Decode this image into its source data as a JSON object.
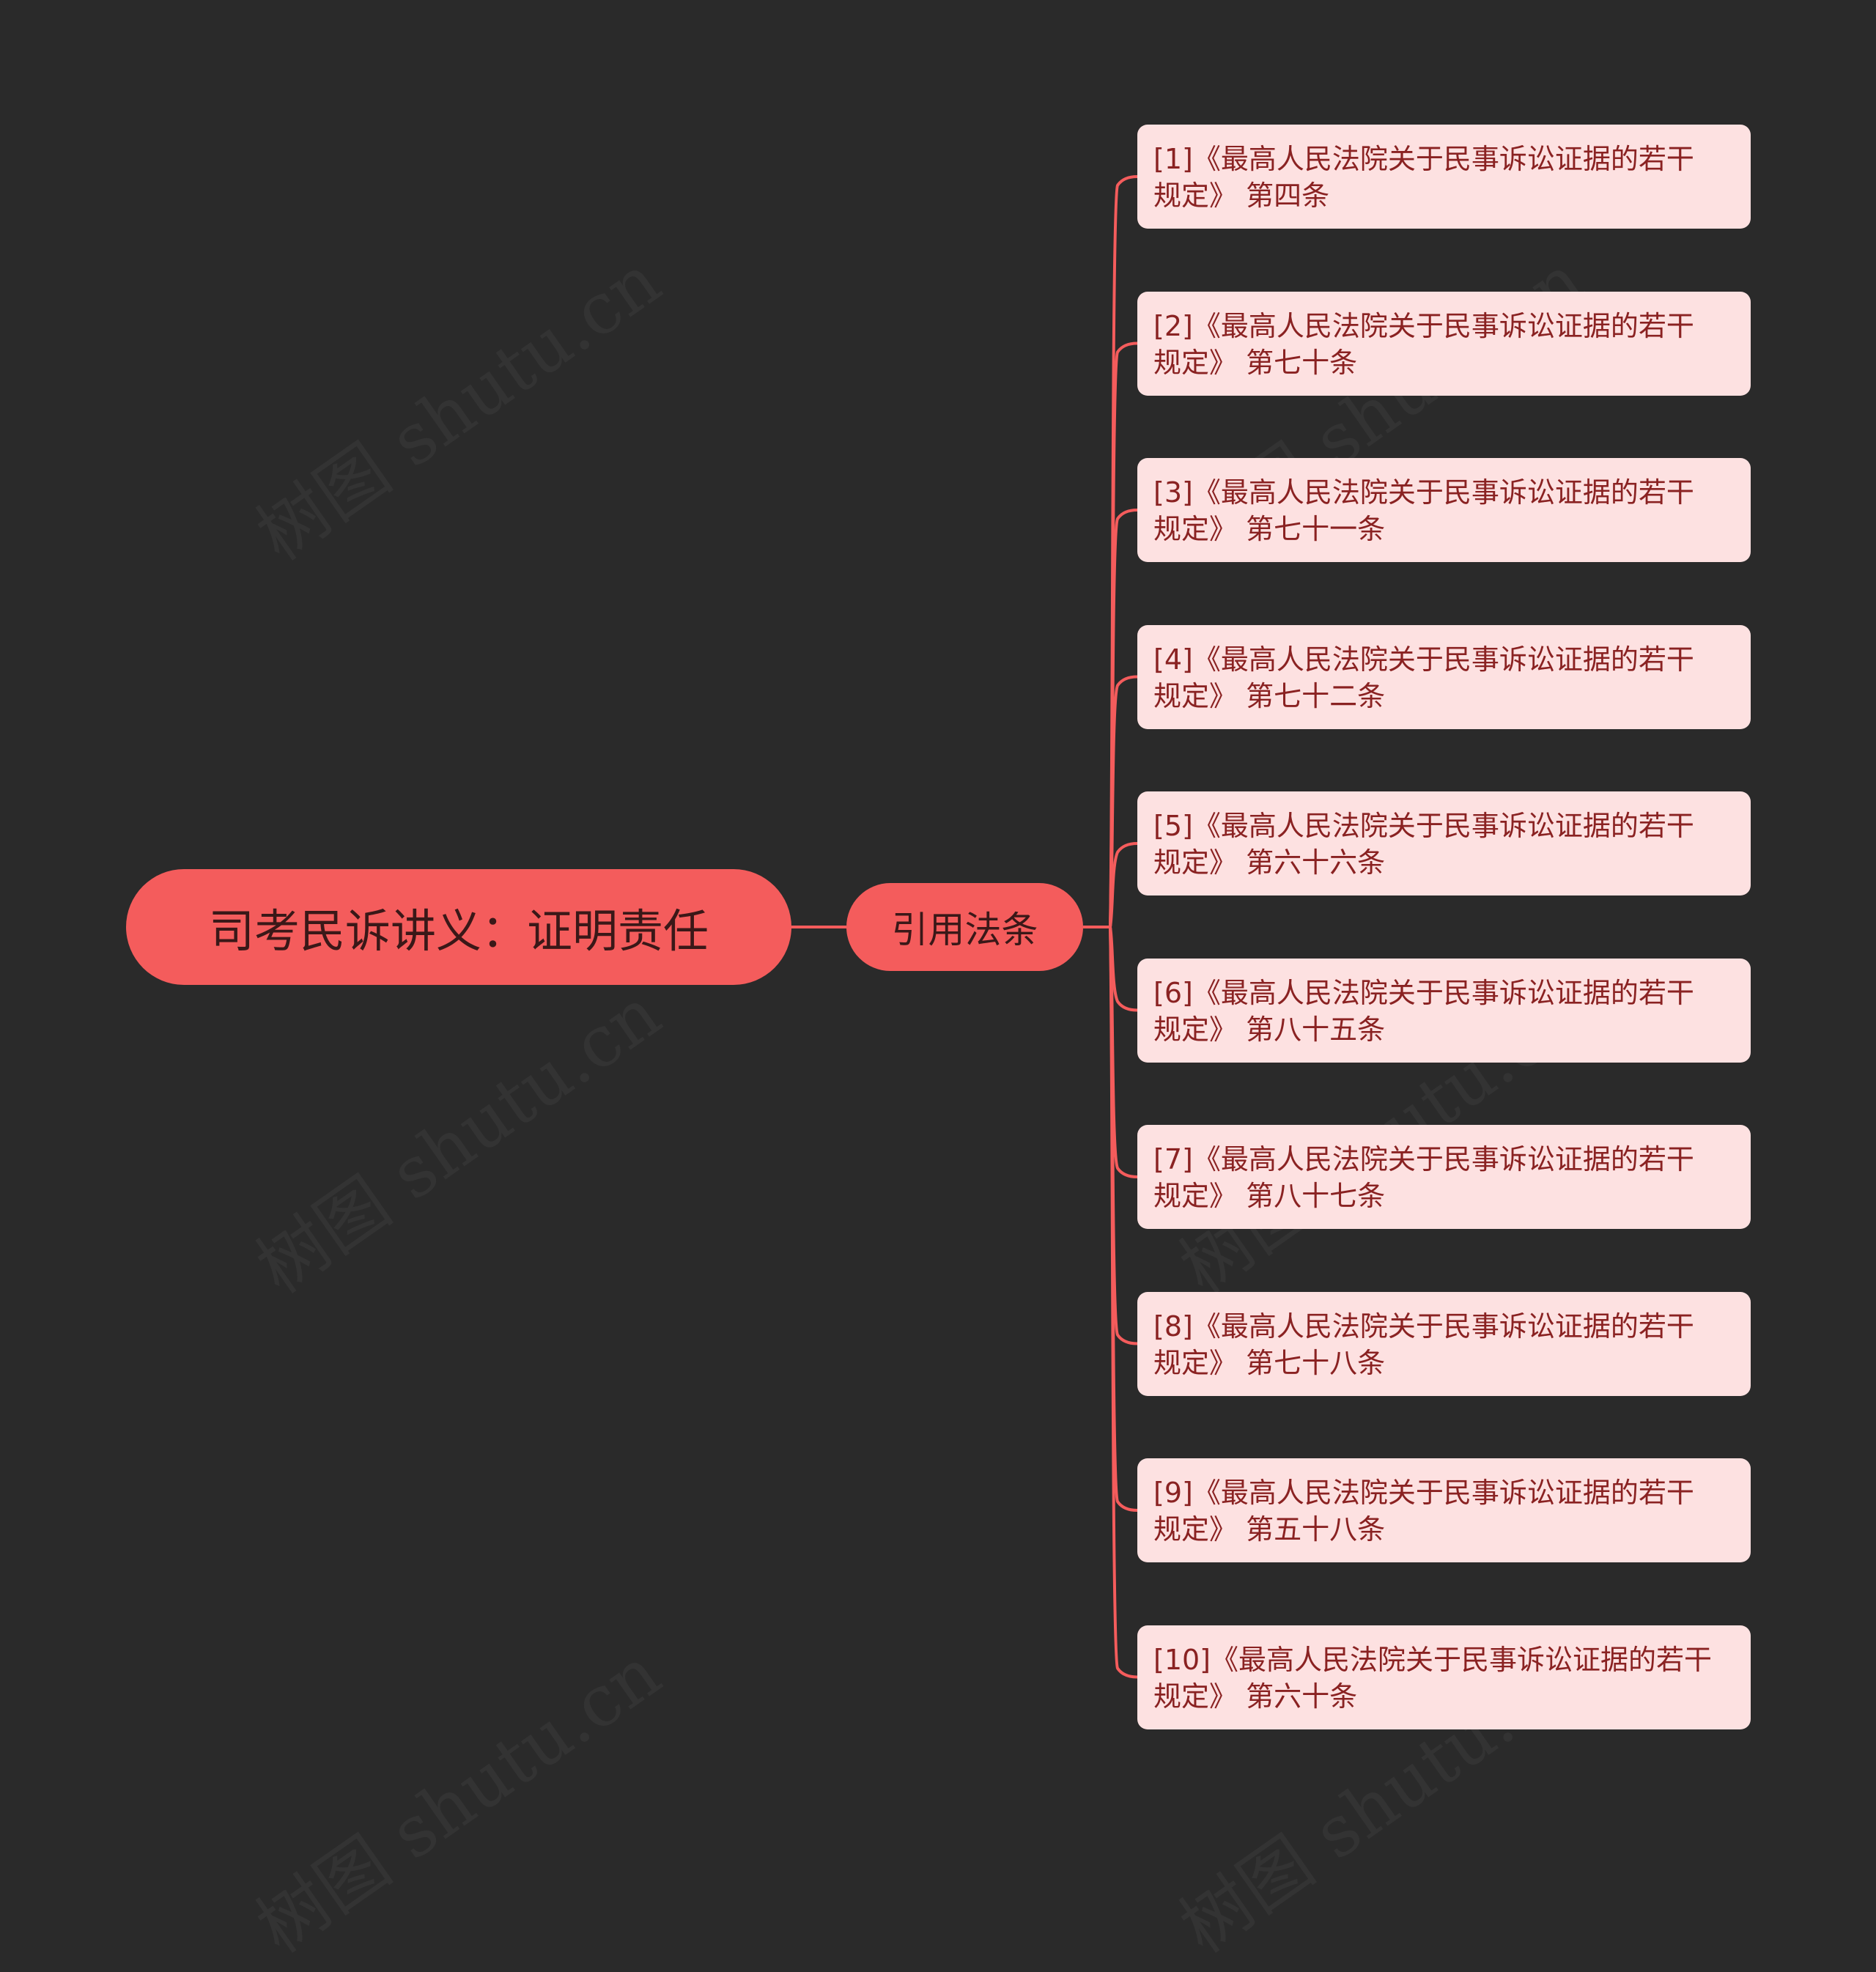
{
  "root": {
    "label": "司考民诉讲义：证明责任"
  },
  "branch": {
    "label": "引用法条"
  },
  "leaves": [
    {
      "line1": "[1]《最高人民法院关于民事诉讼证据的若干",
      "line2": "规定》 第四条"
    },
    {
      "line1": "[2]《最高人民法院关于民事诉讼证据的若干",
      "line2": "规定》 第七十条"
    },
    {
      "line1": "[3]《最高人民法院关于民事诉讼证据的若干",
      "line2": "规定》 第七十一条"
    },
    {
      "line1": "[4]《最高人民法院关于民事诉讼证据的若干",
      "line2": "规定》 第七十二条"
    },
    {
      "line1": "[5]《最高人民法院关于民事诉讼证据的若干",
      "line2": "规定》 第六十六条"
    },
    {
      "line1": "[6]《最高人民法院关于民事诉讼证据的若干",
      "line2": "规定》 第八十五条"
    },
    {
      "line1": "[7]《最高人民法院关于民事诉讼证据的若干",
      "line2": "规定》 第八十七条"
    },
    {
      "line1": "[8]《最高人民法院关于民事诉讼证据的若干",
      "line2": "规定》 第七十八条"
    },
    {
      "line1": "[9]《最高人民法院关于民事诉讼证据的若干",
      "line2": "规定》 第五十八条"
    },
    {
      "line1": "[10]《最高人民法院关于民事诉讼证据的若干",
      "line2": "规定》 第六十条"
    }
  ],
  "watermark": {
    "text": "树图 shutu.cn"
  },
  "colors": {
    "background": "#2a2a2a",
    "accent": "#f45c5c",
    "leaf_fill": "#fde1e1",
    "leaf_text": "#8a2222"
  }
}
